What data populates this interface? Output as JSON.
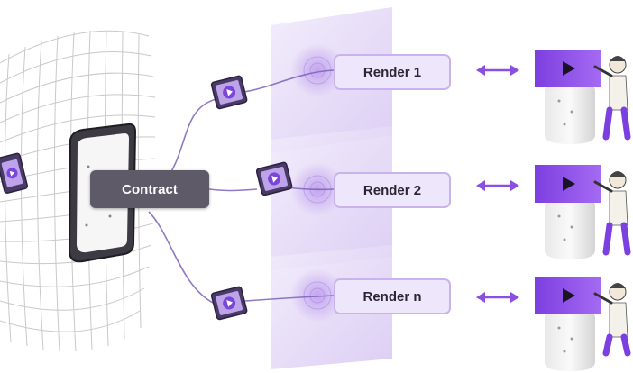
{
  "contract": {
    "label": "Contract"
  },
  "renders": [
    {
      "label": "Render 1"
    },
    {
      "label": "Render 2"
    },
    {
      "label": "Render n"
    }
  ],
  "colors": {
    "accent": "#8a4fe0",
    "accent_dark": "#6e35c9",
    "contract_bg": "#5f5a68",
    "render_bg": "#eee7fb",
    "render_border": "#c9b3ef",
    "mesh": "#c9c9c9",
    "panel": "#e7dcf7"
  },
  "icons": [
    "grid-mesh-icon",
    "portal-frame-icon",
    "video-card-icon",
    "bidirectional-arrow-icon",
    "screen-play-icon",
    "person-pointing-icon",
    "storage-cylinder-icon"
  ]
}
